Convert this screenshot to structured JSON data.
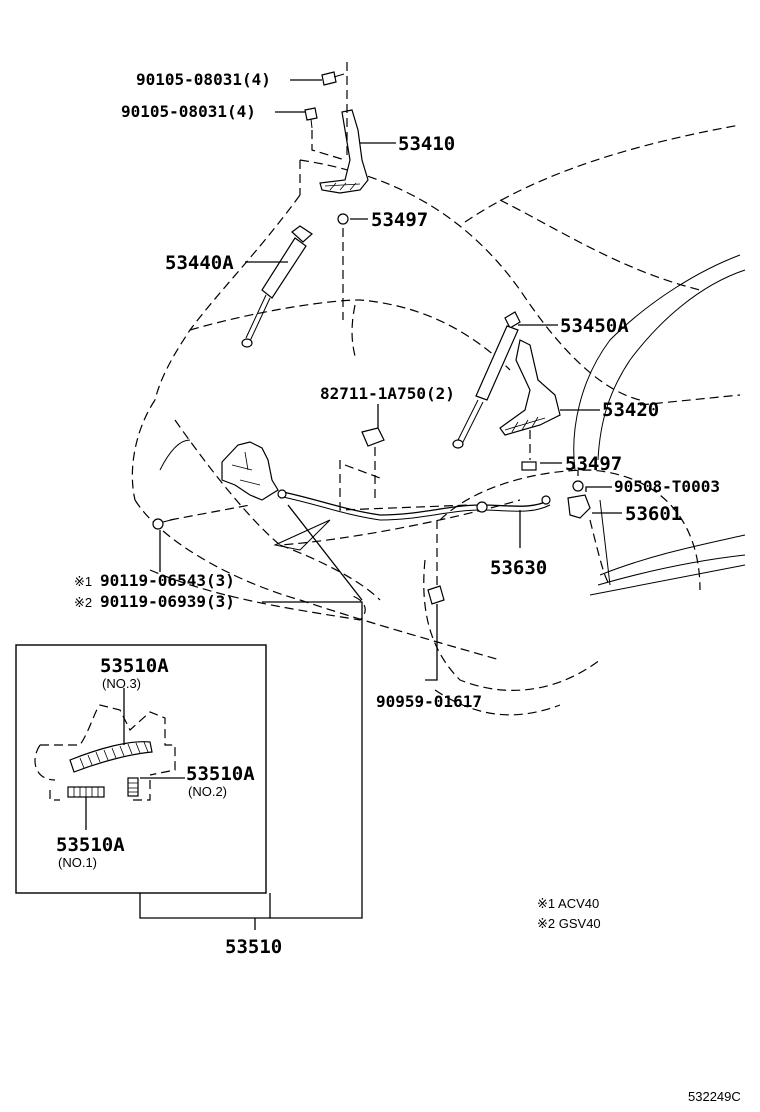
{
  "parts": {
    "p1": "90105-08031(4)",
    "p2": "90105-08031(4)",
    "p3": "53410",
    "p4": "53497",
    "p5": "53440A",
    "p6": "53450A",
    "p7": "82711-1A750(2)",
    "p8": "53420",
    "p9": "53497",
    "p10": "90508-T0003",
    "p11": "53601",
    "p12": "90119-06543(3)",
    "p13": "90119-06939(3)",
    "p14": "53630",
    "p15": "90959-01617",
    "p16": "53510"
  },
  "marks": {
    "m1": "※1",
    "m2": "※2"
  },
  "inset": {
    "a_label": "53510A",
    "a_sub": "(NO.3)",
    "b_label": "53510A",
    "b_sub": "(NO.2)",
    "c_label": "53510A",
    "c_sub": "(NO.1)"
  },
  "legend": {
    "l1": "※1 ACV40",
    "l2": "※2 GSV40"
  },
  "figure_code": "532249C"
}
